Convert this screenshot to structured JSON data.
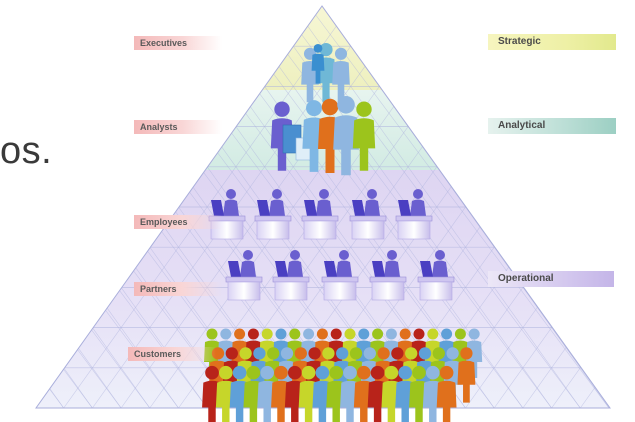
{
  "slide": {
    "partial_text": "os."
  },
  "pyramid": {
    "user_tiers": [
      {
        "label": "Executives"
      },
      {
        "label": "Analysts"
      },
      {
        "label": "Employees"
      },
      {
        "label": "Partners"
      },
      {
        "label": "Customers"
      }
    ],
    "bi_levels": [
      {
        "label": "Strategic"
      },
      {
        "label": "Analytical"
      },
      {
        "label": "Operational"
      }
    ]
  },
  "colors": {
    "top_tier": "#f2f2c4",
    "analyst_tier": "#dcefe8",
    "operational_tier": "#e4dcf4",
    "grid_lines": "#aeb3de",
    "label_pink": "#f4b9b9",
    "figure_blue": "#8fb6e0",
    "figure_green": "#9cc41c",
    "figure_orange": "#e0701c",
    "figure_red": "#b8231a",
    "figure_purple": "#6a5fcf"
  }
}
